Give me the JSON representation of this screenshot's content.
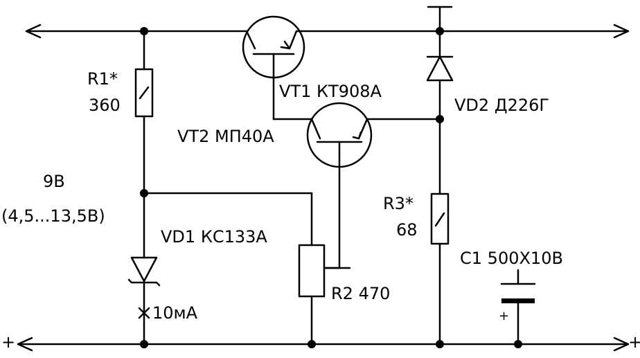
{
  "components": {
    "r1": {
      "designator": "R1*",
      "value": "360"
    },
    "vt1": {
      "designator": "VT1",
      "part": "КТ908А"
    },
    "vt2": {
      "designator": "VT2",
      "part": "МП40А"
    },
    "vd2": {
      "designator": "VD2",
      "part": "Д226Г"
    },
    "r3": {
      "designator": "R3*",
      "value": "68"
    },
    "vd1": {
      "designator": "VD1",
      "part": "КС133А"
    },
    "r2": {
      "designator": "R2",
      "value": "470"
    },
    "c1": {
      "designator": "C1",
      "value": "500Х10В"
    }
  },
  "annotations": {
    "voltage": "9В",
    "voltage_range": "(4,5...13,5В)",
    "current": "10мА",
    "plus_left": "+",
    "plus_right": "+",
    "cap_plus": "+"
  }
}
